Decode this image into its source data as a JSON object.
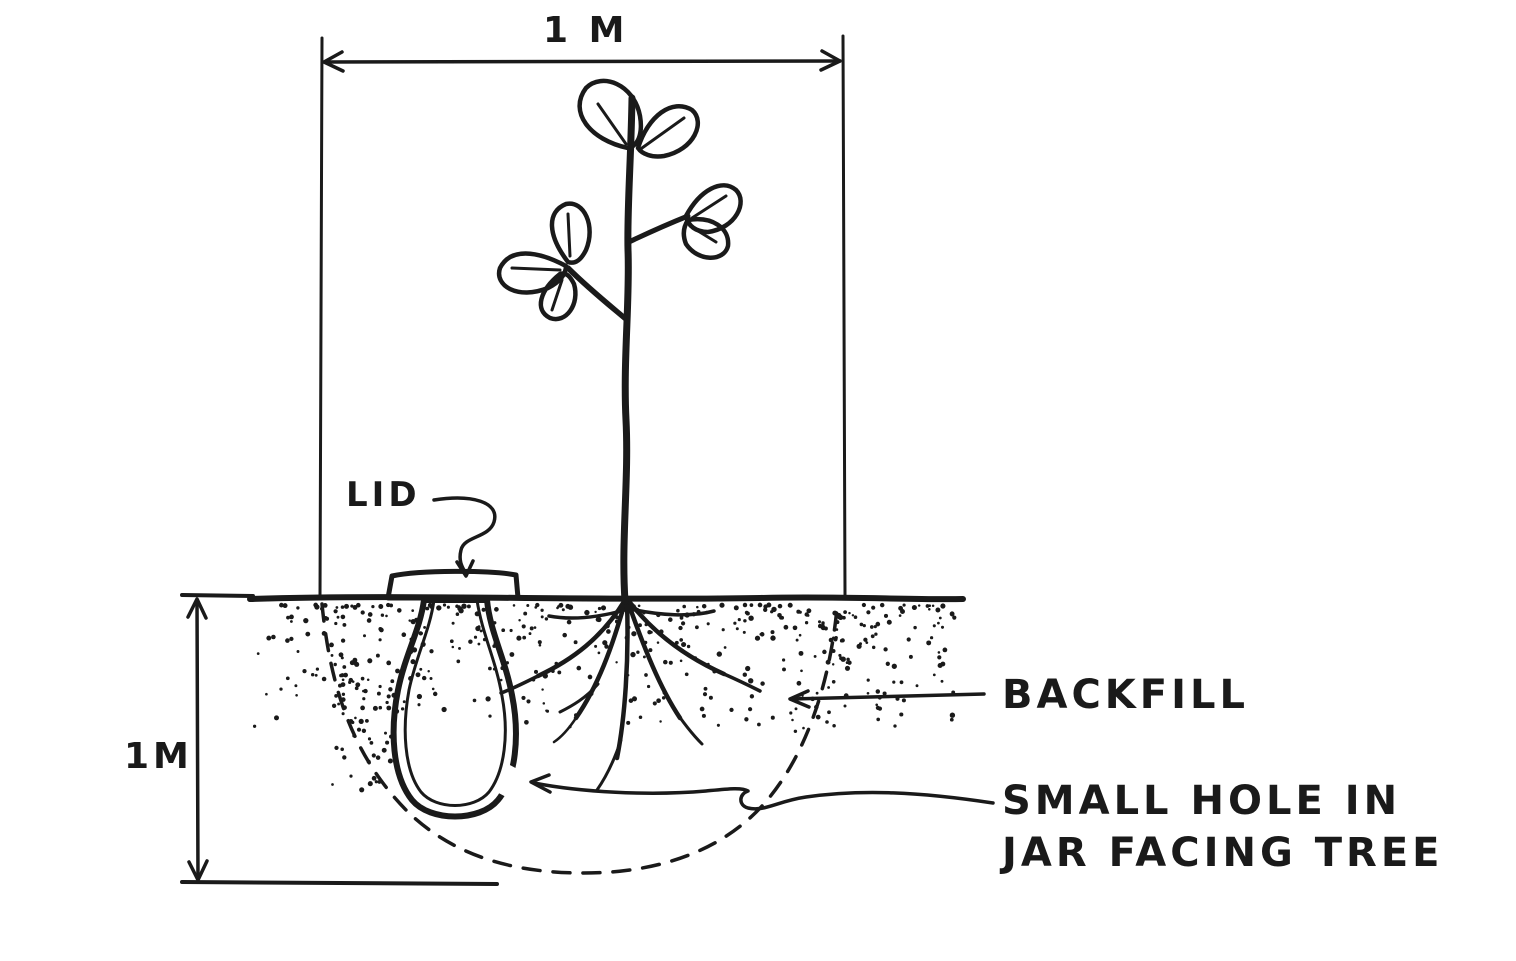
{
  "diagram": {
    "ink_color": "#1a1a1a",
    "background_color": "#ffffff",
    "dimensions": {
      "width_label": "1 M",
      "depth_label": "1M"
    },
    "labels": {
      "lid": "LID",
      "backfill": "BACKFILL",
      "small_hole_line1": "SMALL HOLE IN",
      "small_hole_line2": "JAR FACING TREE"
    }
  }
}
